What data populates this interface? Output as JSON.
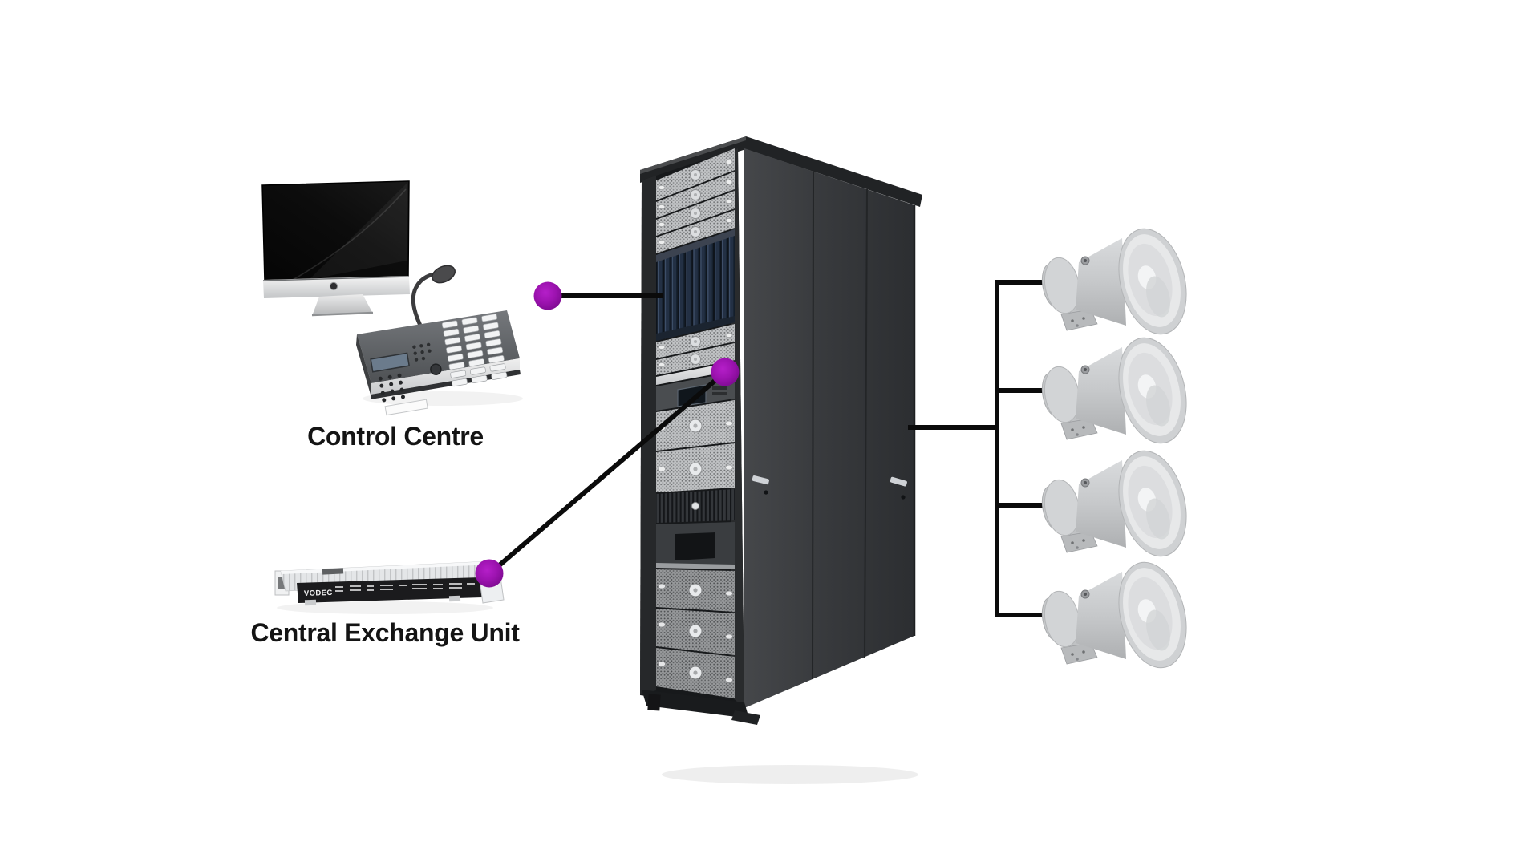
{
  "diagram": {
    "title_semantic": "public-address-system-diagram",
    "background": "#ffffff",
    "accent_purple": "#9c13ae",
    "line_color": "#0b0b0b",
    "labels": {
      "control_centre": "Control Centre",
      "central_exchange_unit": "Central Exchange Unit"
    },
    "devices": {
      "ceu_front_logo": "VODEC"
    },
    "components": [
      "control-centre-monitor",
      "paging-microphone-console",
      "central-exchange-unit",
      "equipment-rack",
      "horn-speaker-1",
      "horn-speaker-2",
      "horn-speaker-3",
      "horn-speaker-4"
    ],
    "speaker_count": 4
  }
}
